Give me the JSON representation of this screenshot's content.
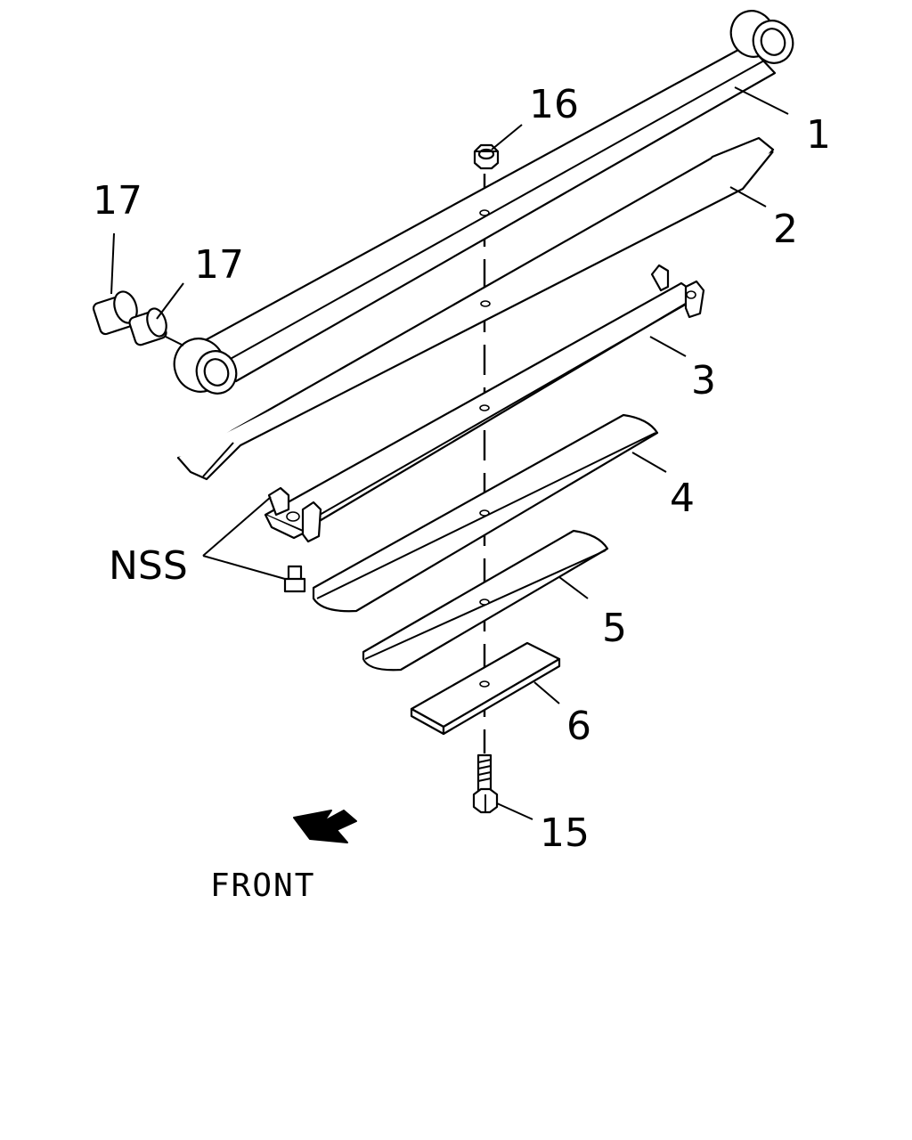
{
  "callouts": [
    {
      "id": "1",
      "label": "1"
    },
    {
      "id": "2",
      "label": "2"
    },
    {
      "id": "3",
      "label": "3"
    },
    {
      "id": "4",
      "label": "4"
    },
    {
      "id": "5",
      "label": "5"
    },
    {
      "id": "6",
      "label": "6"
    },
    {
      "id": "15",
      "label": "15"
    },
    {
      "id": "16",
      "label": "16"
    },
    {
      "id": "17a",
      "label": "17"
    },
    {
      "id": "17b",
      "label": "17"
    },
    {
      "id": "nss",
      "label": "NSS"
    }
  ],
  "direction_label": "FRONT",
  "colors": {
    "line": "#000000",
    "background": "#ffffff"
  },
  "icons": {
    "direction": "front-arrow-icon"
  }
}
